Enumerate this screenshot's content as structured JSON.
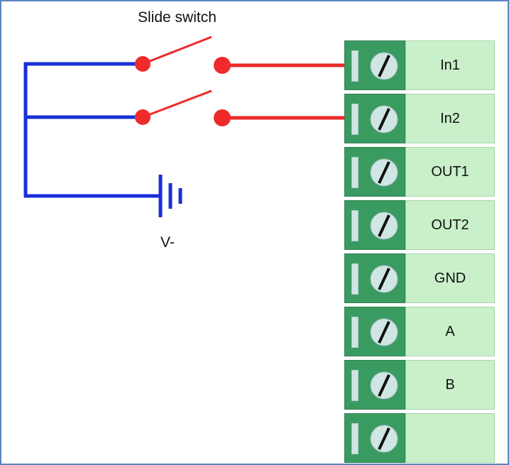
{
  "diagram": {
    "title": "Slide switch",
    "ground_label": "V-"
  },
  "terminals": [
    {
      "label": "In1"
    },
    {
      "label": "In2"
    },
    {
      "label": "OUT1"
    },
    {
      "label": "OUT2"
    },
    {
      "label": "GND"
    },
    {
      "label": "A"
    },
    {
      "label": "B"
    },
    {
      "label": ""
    }
  ],
  "colors": {
    "supply_wire": "#1a2fd8",
    "signal_wire": "#ee2a2a",
    "terminal_block": "#3a9b61",
    "terminal_label_bg": "#c9f0c9",
    "frame_border": "#5b86bf"
  }
}
